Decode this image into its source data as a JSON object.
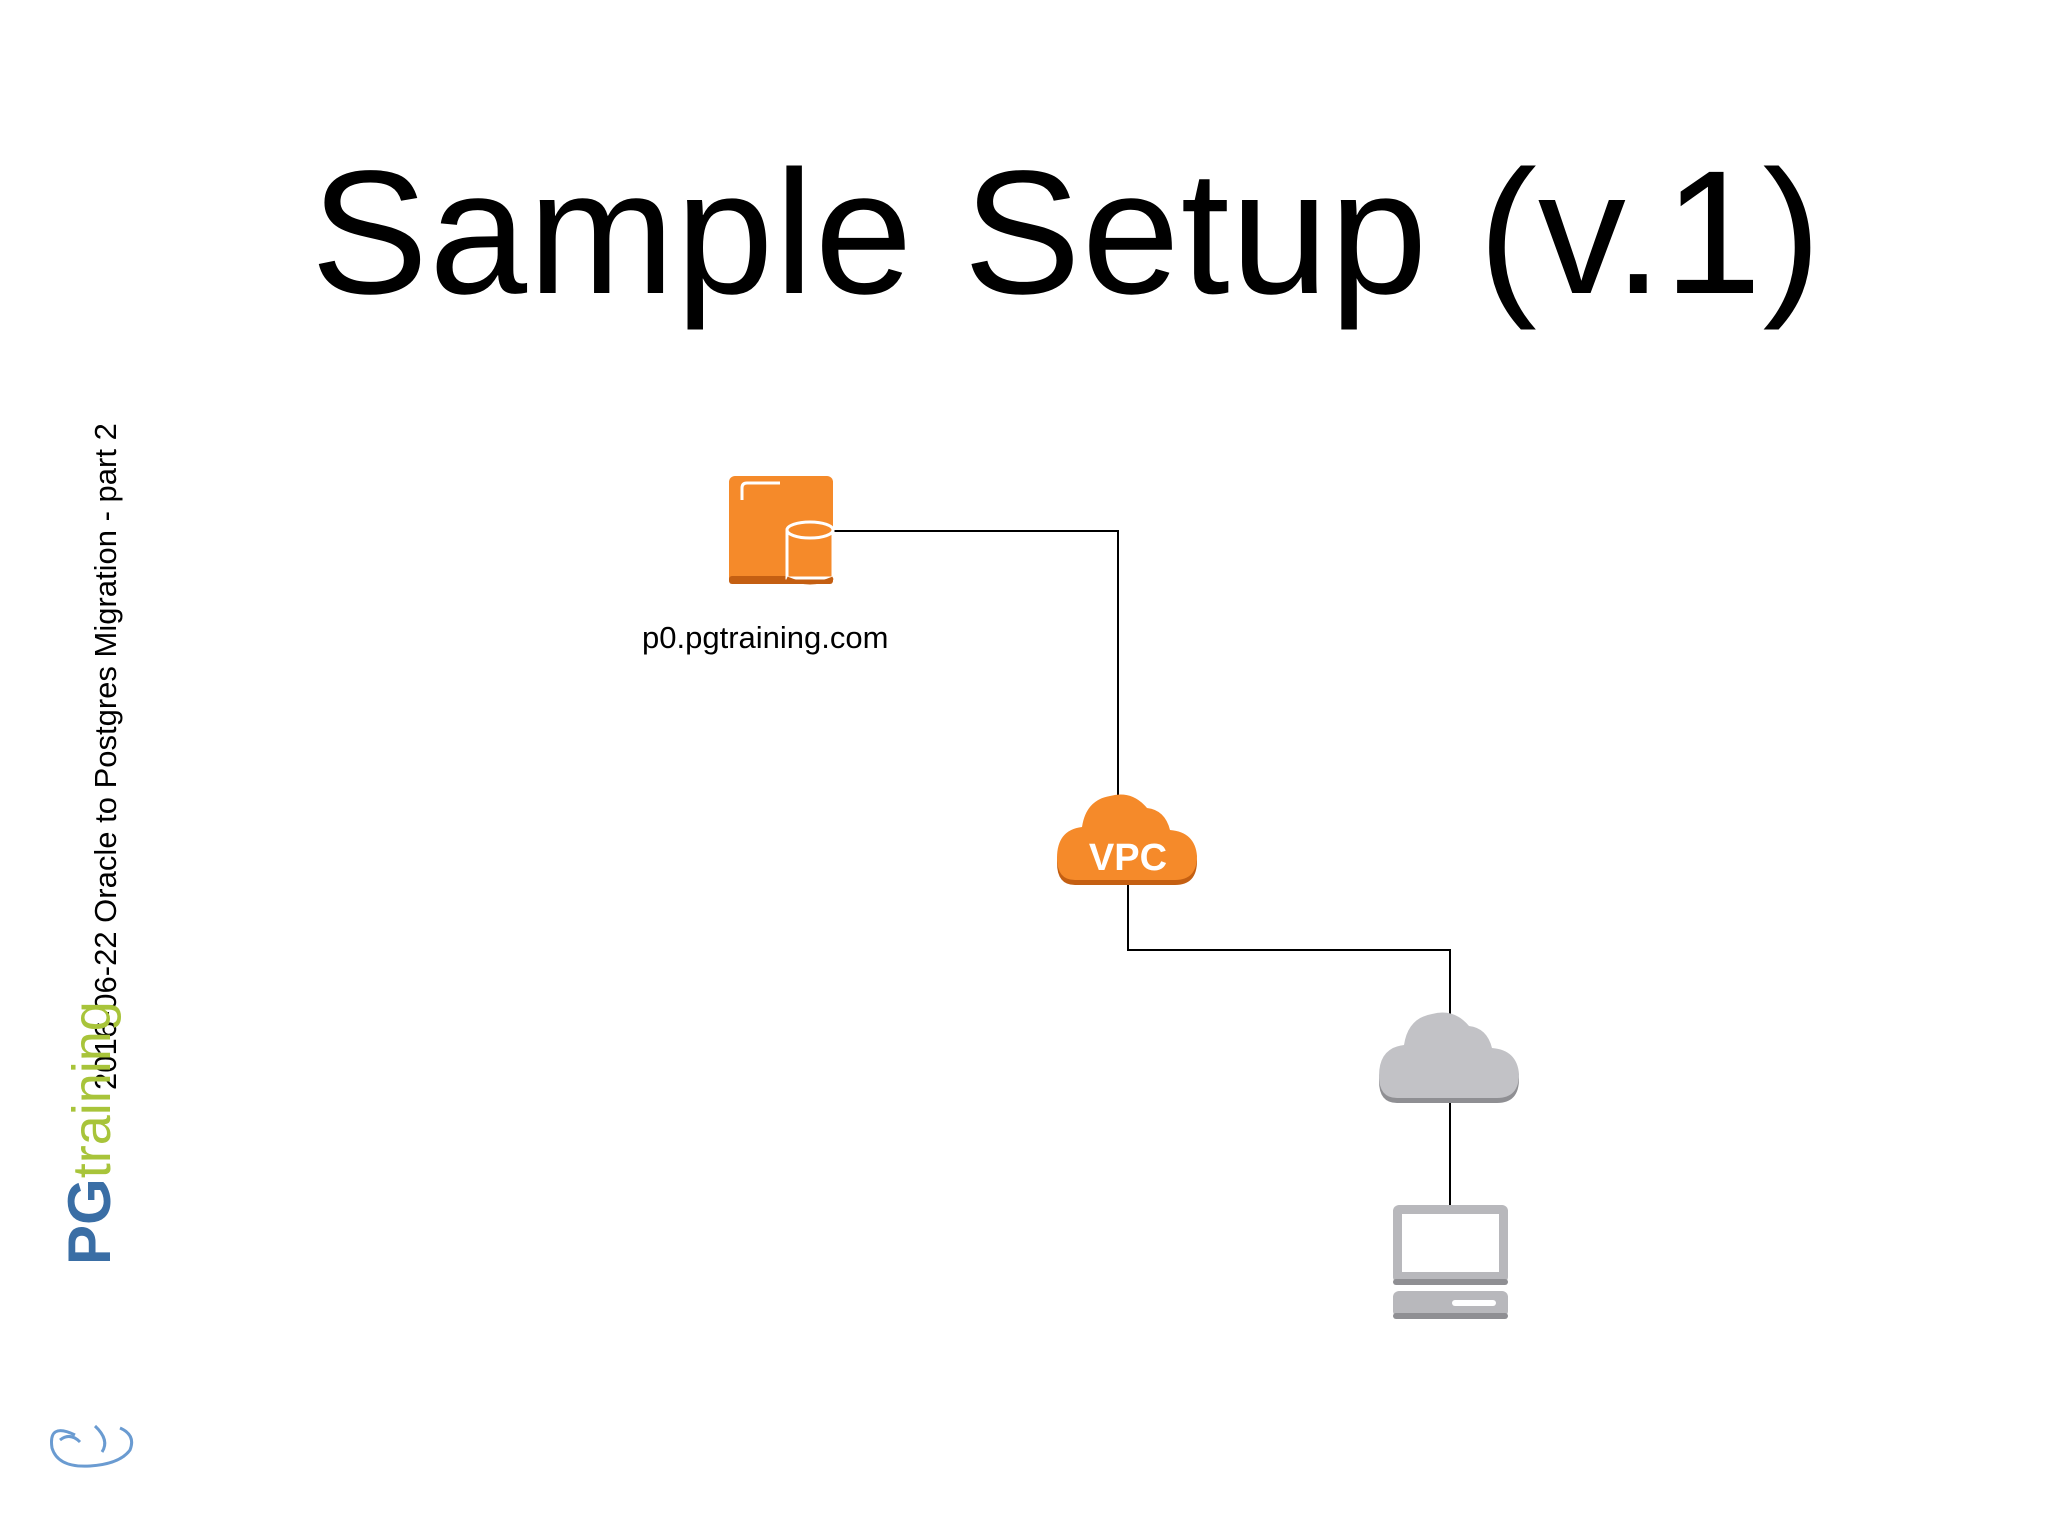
{
  "slide": {
    "title": "Sample Setup (v.1)",
    "side_caption": "2016-06-22 Oracle to Postgres Migration - part 2"
  },
  "diagram": {
    "db_node": {
      "label": "p0.pgtraining.com",
      "icon": "database-server-icon",
      "color": "#f58a2a"
    },
    "vpc_node": {
      "label": "VPC",
      "icon": "vpc-cloud-icon",
      "color": "#f58a2a"
    },
    "internet_node": {
      "icon": "internet-cloud-icon",
      "color": "#b8b8bc"
    },
    "client_node": {
      "icon": "laptop-icon",
      "color": "#b8b8bc"
    },
    "connector_color": "#000000"
  },
  "logo": {
    "pg": "PG",
    "training": "training",
    "pg_color": "#3a6ea5",
    "training_color": "#a8c43a"
  }
}
